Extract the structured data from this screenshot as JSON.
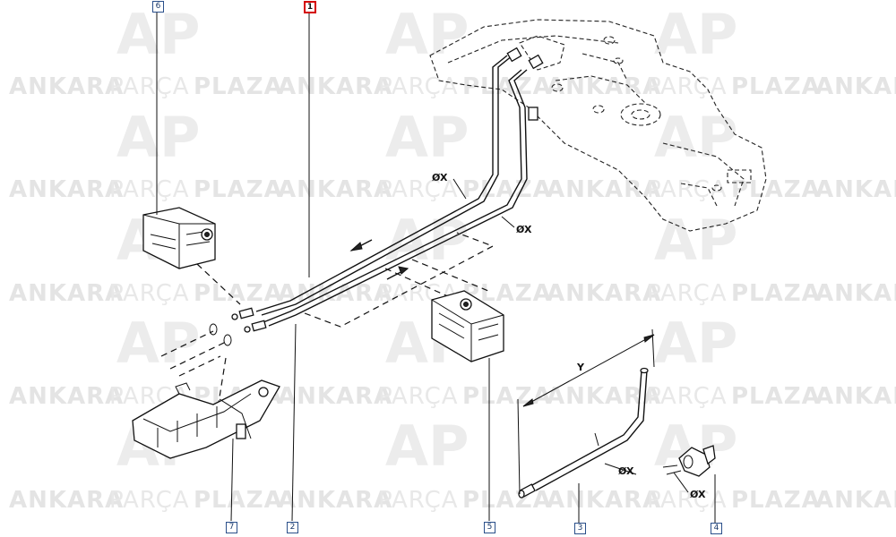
{
  "watermark": {
    "logo": "AP",
    "words": [
      "ANKARA",
      "PARÇA",
      "PLAZA"
    ]
  },
  "dimensions": {
    "diameter_label": "ØX",
    "length_label": "Y"
  },
  "callouts": [
    {
      "id": "1",
      "selected": true
    },
    {
      "id": "2",
      "selected": false
    },
    {
      "id": "3",
      "selected": false
    },
    {
      "id": "4",
      "selected": false
    },
    {
      "id": "5",
      "selected": false
    },
    {
      "id": "6",
      "selected": false
    },
    {
      "id": "7",
      "selected": false
    }
  ],
  "colors": {
    "callout_border": "#2a4f8a",
    "callout_selected": "#d40000",
    "watermark": "#e4e4e4",
    "ink": "#111111"
  }
}
